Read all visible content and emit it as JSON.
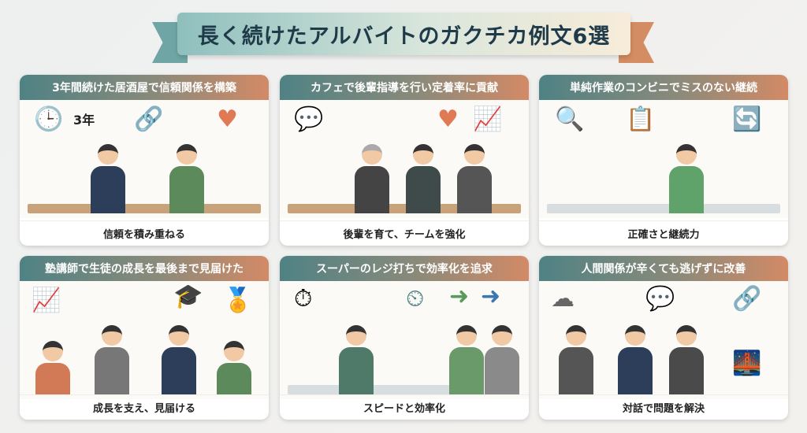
{
  "title": "長く続けたアルバイトのガクチカ例文6選",
  "cards": [
    {
      "heading": "3年間続けた居酒屋で信頼関係を構築",
      "caption": "信頼を積み重ねる",
      "badge": "3年"
    },
    {
      "heading": "カフェで後輩指導を行い定着率に貢献",
      "caption": "後輩を育て、チームを強化"
    },
    {
      "heading": "単純作業のコンビニでミスのない継続",
      "caption": "正確さと継続力"
    },
    {
      "heading": "塾講師で生徒の成長を最後まで見届けた",
      "caption": "成長を支え、見届ける"
    },
    {
      "heading": "スーパーのレジ打ちで効率化を追求",
      "caption": "スピードと効率化"
    },
    {
      "heading": "人間関係が辛くても逃げずに改善",
      "caption": "対話で問題を解決"
    }
  ],
  "colors": {
    "teal": "#4f8284",
    "orange": "#d38a66",
    "title": "#1f3a48"
  }
}
